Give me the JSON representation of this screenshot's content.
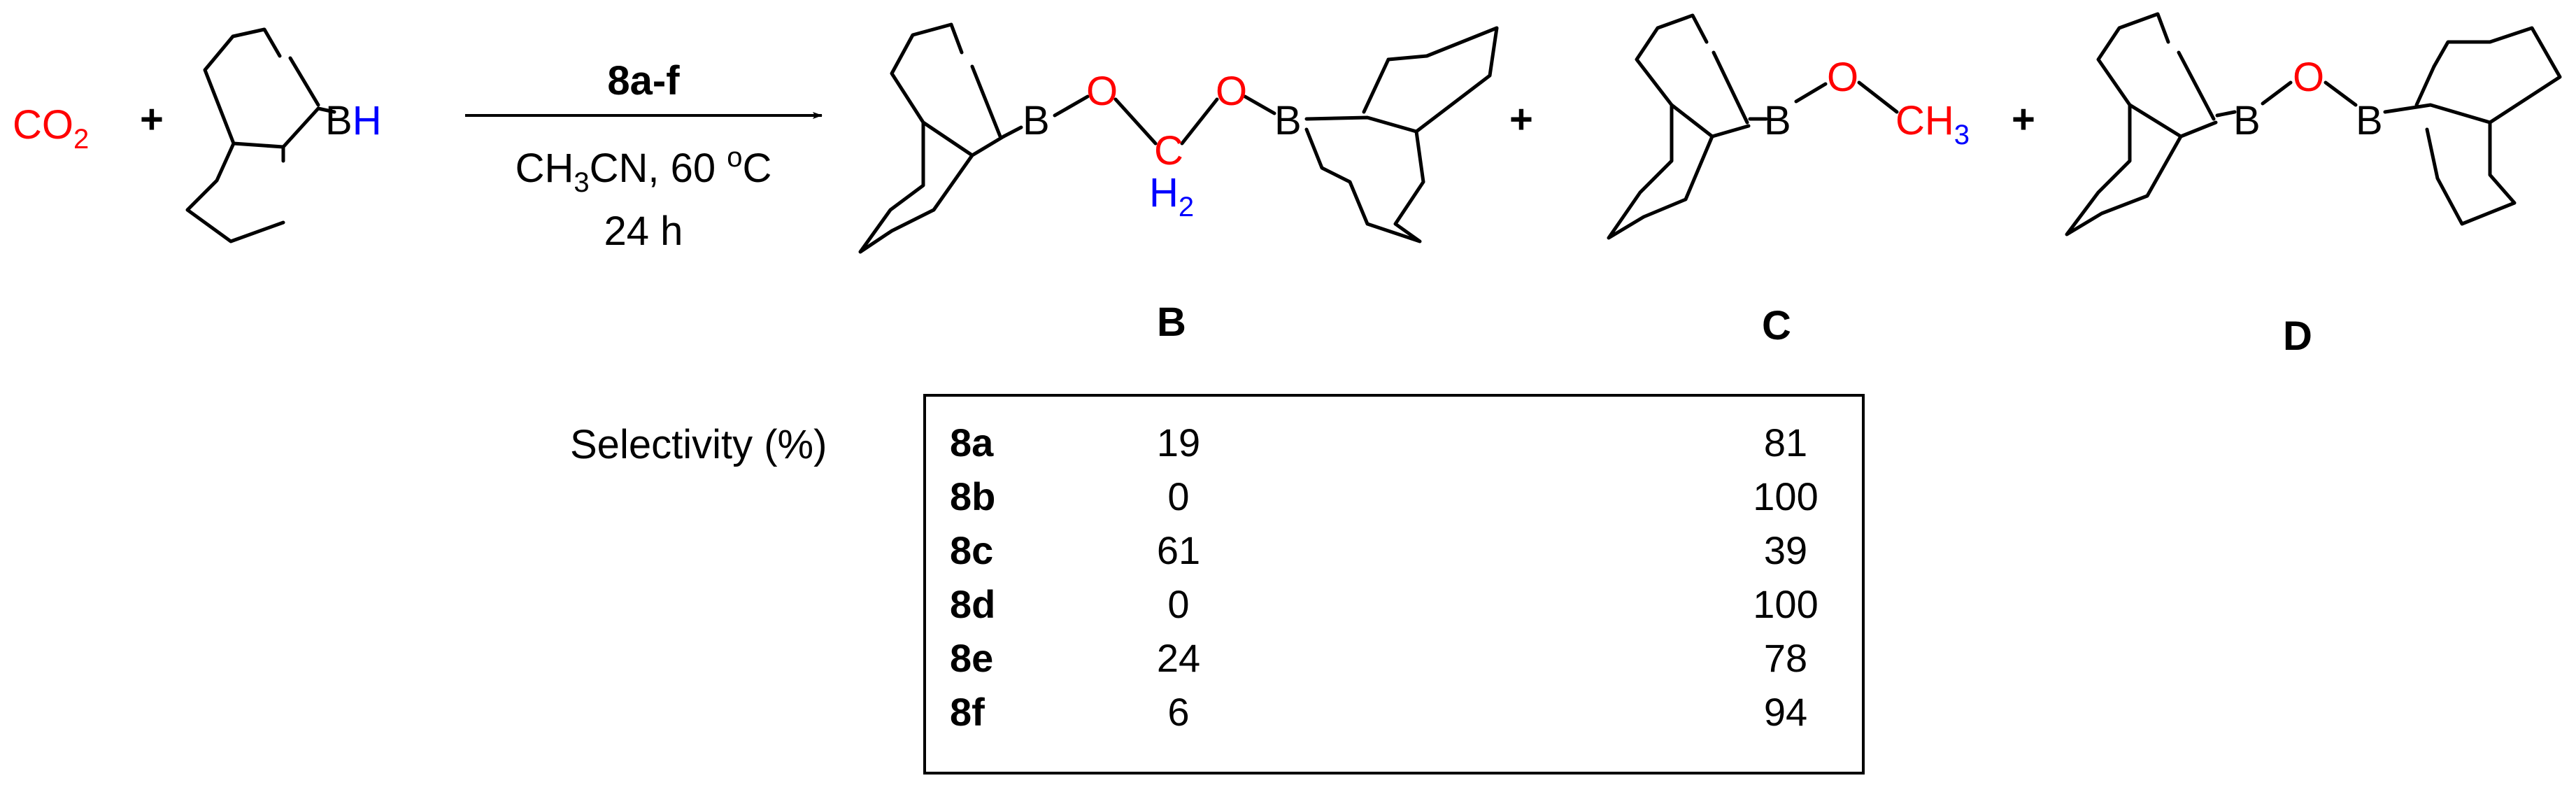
{
  "reactants": {
    "co2": {
      "C": "CO",
      "sub": "2"
    },
    "plus": "+",
    "borane": {
      "B": "B",
      "H": "H"
    }
  },
  "conditions": {
    "catalyst": "8a-f",
    "solvent": {
      "pre": "CH",
      "sub": "3",
      "post": "CN, 60 "
    },
    "temp": {
      "sup": "o",
      "unit": "C"
    },
    "time": "24 h"
  },
  "products": {
    "B": {
      "label": "B",
      "atoms": {
        "B1": "B",
        "O1": "O",
        "C": "C",
        "H2": "H",
        "H2sub": "2",
        "O2": "O",
        "B2": "B"
      }
    },
    "C": {
      "label": "C",
      "atoms": {
        "B": "B",
        "O": "O",
        "CH": "CH",
        "sub": "3"
      }
    },
    "D": {
      "label": "D",
      "atoms": {
        "B1": "B",
        "O": "O",
        "B2": "B"
      }
    },
    "plus": "+"
  },
  "colors": {
    "red": "#ff0000",
    "blue": "#0000ff",
    "black": "#000000"
  },
  "selectivity": {
    "title": "Selectivity (%)",
    "rows": [
      {
        "cat": "8a",
        "B": "19",
        "C": "81"
      },
      {
        "cat": "8b",
        "B": "0",
        "C": "100"
      },
      {
        "cat": "8c",
        "B": "61",
        "C": "39"
      },
      {
        "cat": "8d",
        "B": "0",
        "C": "100"
      },
      {
        "cat": "8e",
        "B": "24",
        "C": "78"
      },
      {
        "cat": "8f",
        "B": "6",
        "C": "94"
      }
    ]
  }
}
